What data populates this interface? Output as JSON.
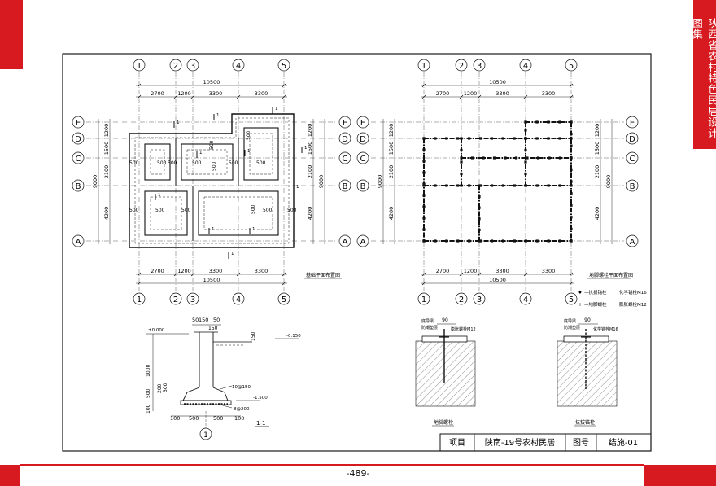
{
  "header": {
    "side_title": "陕西省农村特色民居设计图集"
  },
  "footer": {
    "page_number": "-489-"
  },
  "colors": {
    "accent_red": "#d71920",
    "line": "#1a1a1a"
  },
  "foundation_plan": {
    "title": "基础平面布置图",
    "axes_x": [
      "1",
      "2",
      "3",
      "4",
      "5"
    ],
    "axes_y": [
      "A",
      "B",
      "C",
      "D",
      "E"
    ],
    "total_width": "10500",
    "spans": [
      "2700",
      "1200",
      "3300",
      "3300"
    ],
    "total_depth": "9000",
    "depth_spans": [
      "4200",
      "2100",
      "1500",
      "1200"
    ],
    "footing_width": "500",
    "section_mark": "1"
  },
  "bolt_plan": {
    "title": "地脚螺栓平面布置图",
    "legend": [
      {
        "symbol": "—抗拔锚栓",
        "text": "化学锚栓M16"
      },
      {
        "symbol": "—地脚螺栓",
        "text": "膨胀螺栓M12"
      }
    ]
  },
  "section": {
    "label": "1-1",
    "axis": "1",
    "level_top": "±0.000",
    "level_ground": "-0.150",
    "level_bottom": "-1.500",
    "dims_top": [
      "50",
      "150",
      "50"
    ],
    "dim_top2": "150",
    "dim_right": "150",
    "heights": [
      "1000",
      "500",
      "200",
      "300",
      "100"
    ],
    "bottom_dims": [
      "100",
      "500",
      "500",
      "100"
    ],
    "rebar_1": "10@150",
    "rebar_2": "8@200"
  },
  "detail_bolt": {
    "title": "地脚螺栓",
    "dim": "90",
    "labels": [
      "底导梁",
      "防潮垫层",
      "膨胀螺栓M12"
    ]
  },
  "detail_anchor": {
    "title": "抗拔锚栓",
    "dim": "90",
    "labels": [
      "底导梁",
      "防潮垫层",
      "化学锚栓M16"
    ]
  },
  "title_block": {
    "project_label": "项目",
    "project_name": "陕南-19号农村民居",
    "drawing_no_label": "图号",
    "drawing_no": "结施-01"
  }
}
